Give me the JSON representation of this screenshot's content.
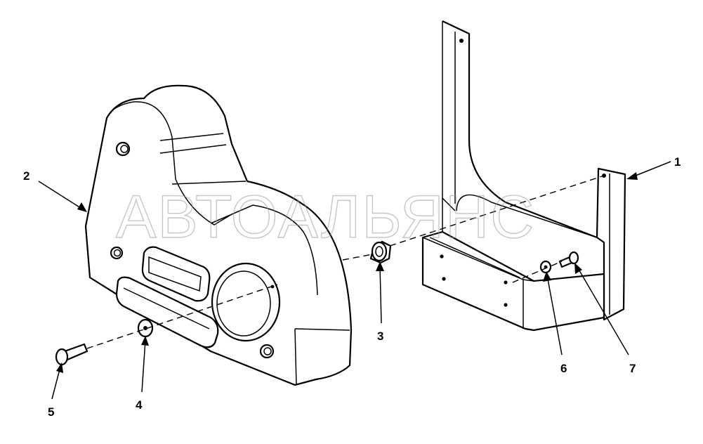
{
  "diagram": {
    "watermark": "АВТОАЛЬЯНС",
    "callouts": [
      {
        "id": "1",
        "label": "1"
      },
      {
        "id": "2",
        "label": "2"
      },
      {
        "id": "3",
        "label": "3"
      },
      {
        "id": "4",
        "label": "4"
      },
      {
        "id": "5",
        "label": "5"
      },
      {
        "id": "6",
        "label": "6"
      },
      {
        "id": "7",
        "label": "7"
      }
    ]
  }
}
